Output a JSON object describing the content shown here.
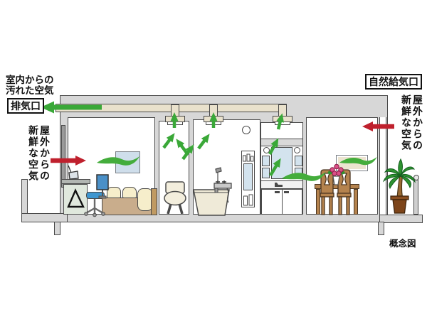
{
  "figure": {
    "caption": "概念図",
    "annotations": {
      "dirty_air": {
        "line1": "室内からの",
        "line2": "汚れた空気"
      },
      "exhaust_port_label": "排気口",
      "natural_intake_label": "自然給気口",
      "fresh_air_left": {
        "col1": "屋外からの",
        "col2": "新鮮な空気"
      },
      "fresh_air_right": {
        "col1": "屋外からの",
        "col2": "新鮮な空気"
      }
    },
    "colors": {
      "airflow_green": "#3aa838",
      "fresh_air_red": "#bf202d",
      "duct_beige": "#e9e1cc",
      "structure_gray": "#d7d7d7",
      "room_white": "#ffffff",
      "fixture_cream": "#f3eedd",
      "mirror_blue": "#d3e3ee",
      "wood_brown": "#b5834e",
      "bed_tan": "#c9ad8c",
      "chair_blue": "#3e96d0",
      "plant_green": "#2e9330"
    }
  }
}
